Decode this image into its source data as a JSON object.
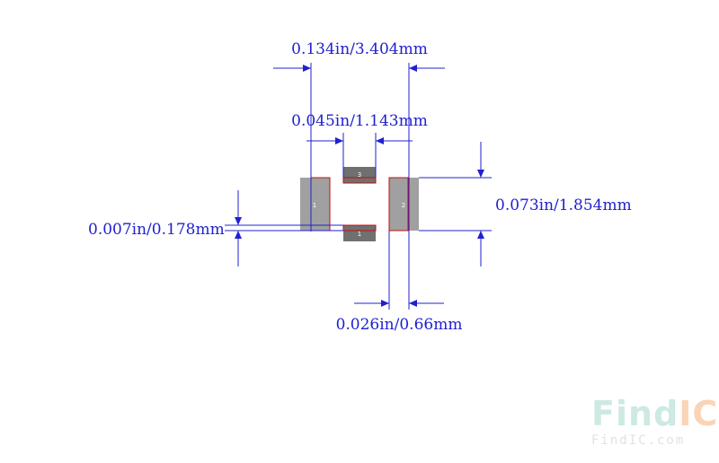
{
  "dimensions": {
    "overall_width": "0.134in/3.404mm",
    "center_pad_width": "0.045in/1.143mm",
    "pad_height": "0.073in/1.854mm",
    "small_gap": "0.007in/0.178mm",
    "pad_width": "0.026in/0.66mm"
  },
  "pads": {
    "pad1_label": "1",
    "pad2_label": "2",
    "pad3_label": "3",
    "pad4_label": "1"
  },
  "watermark": {
    "brand_find": "Find",
    "brand_ic": "IC",
    "url": "FindIC.com"
  },
  "colors": {
    "dimension": "#2020d0",
    "pad_fill": "#a0a0a0",
    "small_pad_fill": "#707070",
    "pad_outline": "#c01010"
  }
}
